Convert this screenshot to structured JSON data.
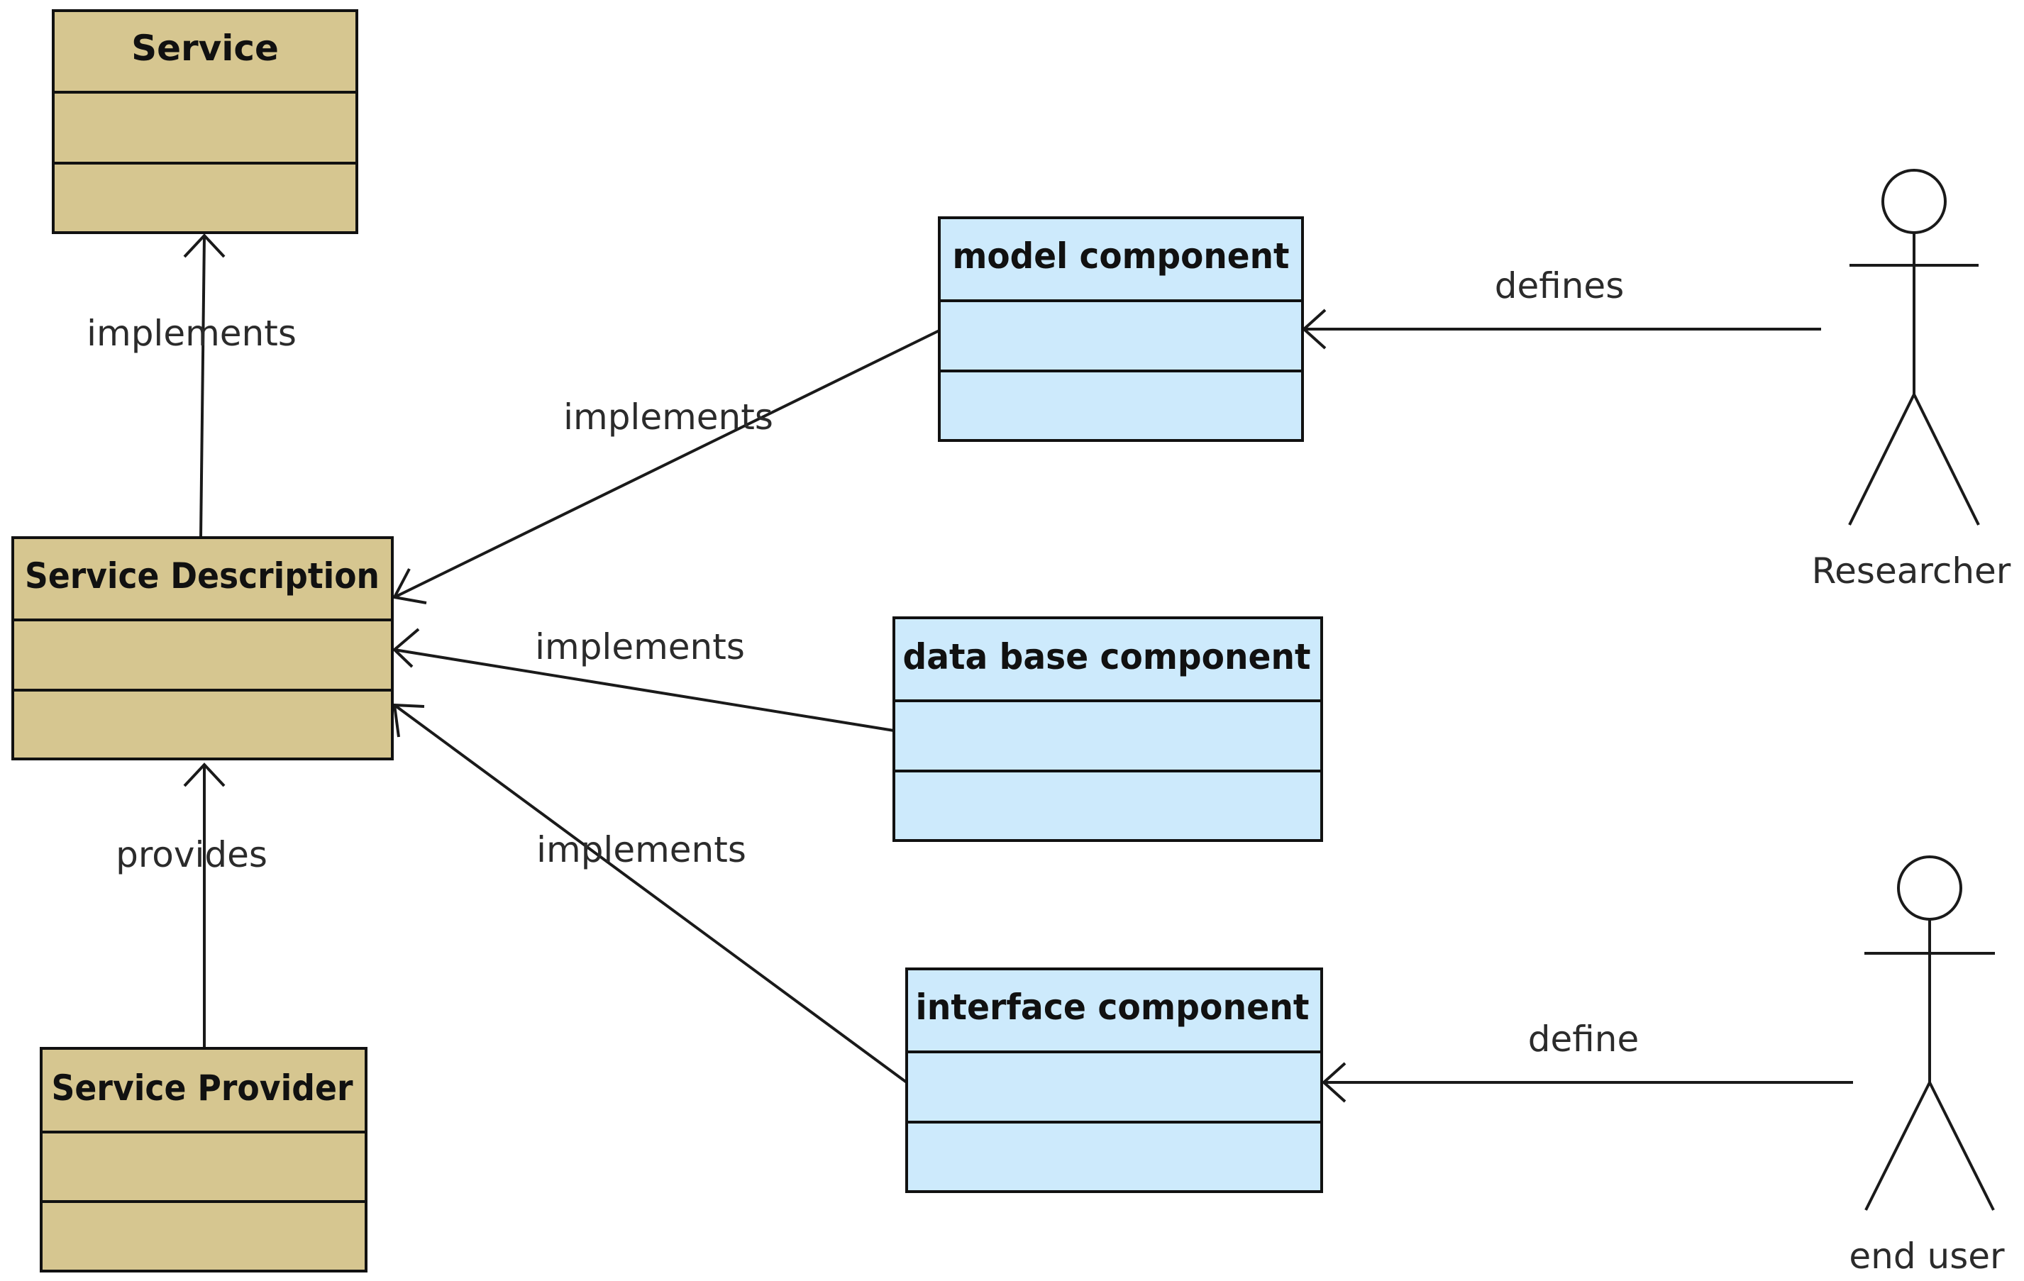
{
  "colors": {
    "core_class_fill": "#d6c690",
    "component_class_fill": "#cdeafc"
  },
  "classes": {
    "service": {
      "title": "Service"
    },
    "service_description": {
      "title": "Service Description"
    },
    "service_provider": {
      "title": "Service Provider"
    },
    "model_component": {
      "title": "model component"
    },
    "data_base_component": {
      "title": "data base component"
    },
    "interface_component": {
      "title": "interface component"
    }
  },
  "actors": {
    "researcher": {
      "name": "Researcher"
    },
    "end_user": {
      "name": "end user"
    }
  },
  "relations": {
    "description_implements_service": "implements",
    "model_implements_description": "implements",
    "database_implements_description": "implements",
    "interface_implements_description": "implements",
    "provider_provides_description": "provides",
    "researcher_defines_model": "defines",
    "enduser_defines_interface": "define"
  }
}
